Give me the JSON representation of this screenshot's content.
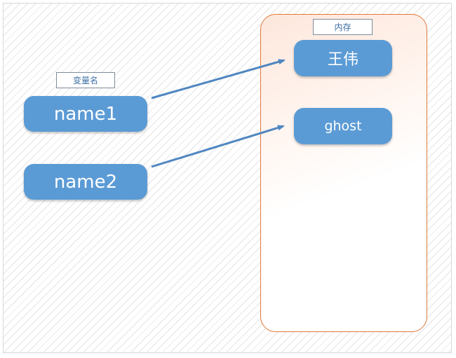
{
  "variables_label": "变量名",
  "memory_label": "内存",
  "variables": [
    {
      "name": "name1"
    },
    {
      "name": "name2"
    }
  ],
  "memory_values": [
    {
      "value": "王伟"
    },
    {
      "value": "ghost"
    }
  ],
  "colors": {
    "pill_fill": "#5b9bd5",
    "arrow": "#4f86c0",
    "memory_border": "#e0783c"
  }
}
